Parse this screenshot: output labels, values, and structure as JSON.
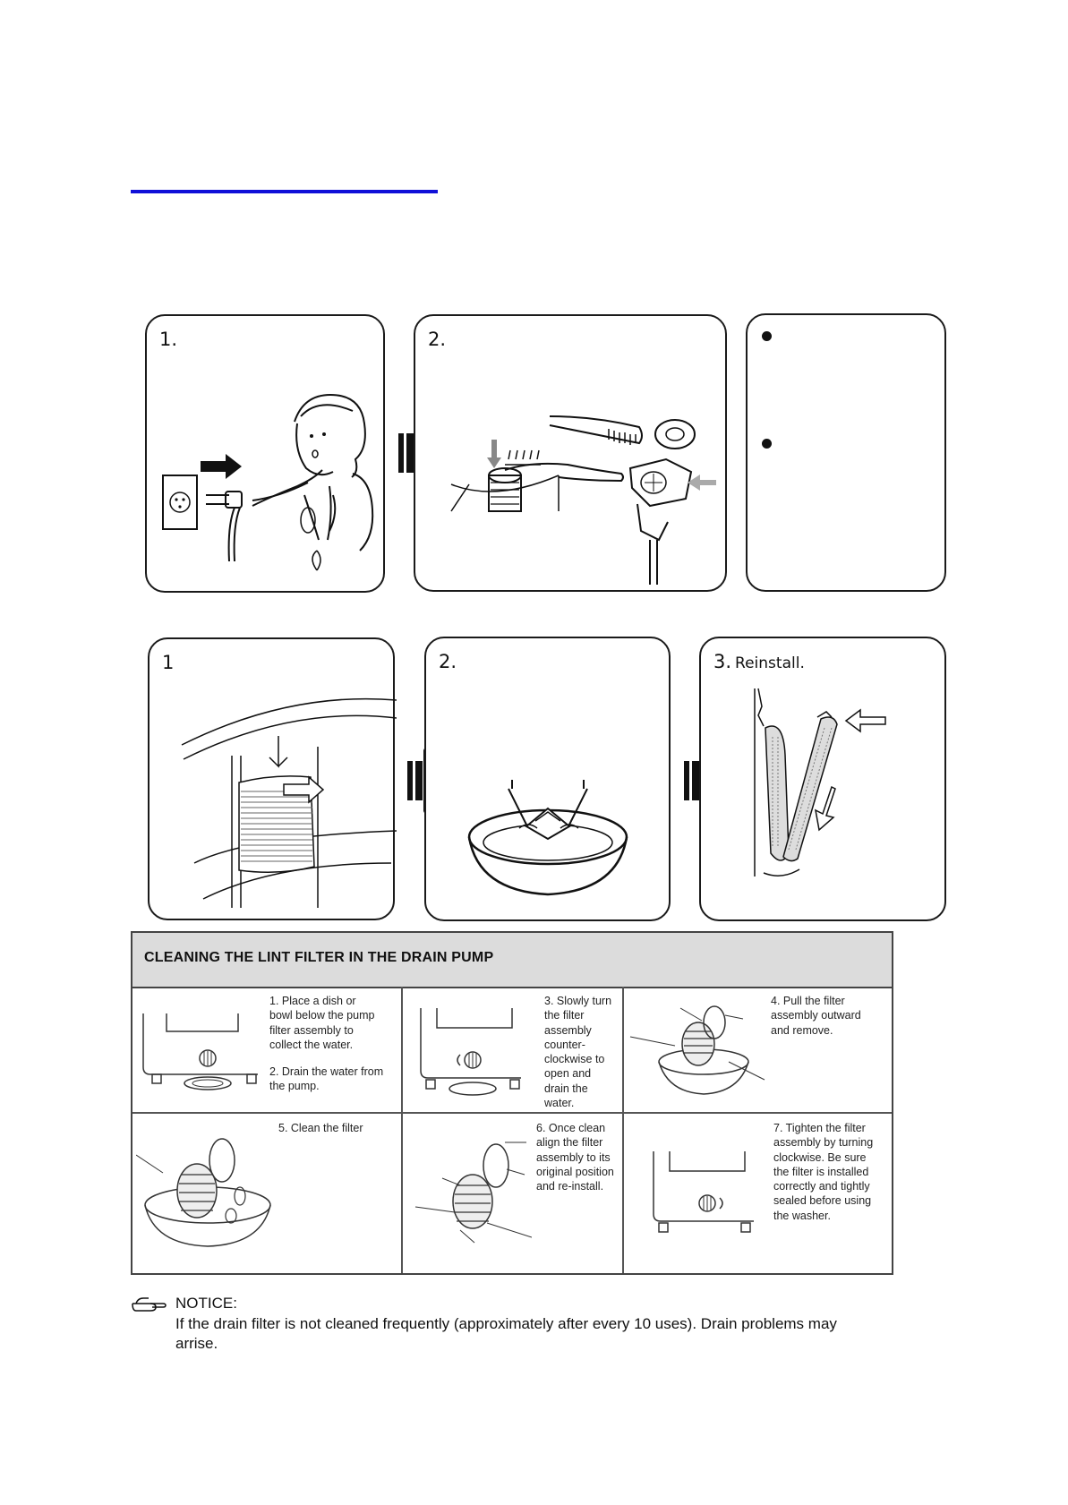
{
  "top_panels": [
    {
      "number": "1."
    },
    {
      "number": "2."
    }
  ],
  "bottom_panels": [
    {
      "number": "1"
    },
    {
      "number": "2."
    },
    {
      "number": "3.",
      "label": "Reinstall."
    }
  ],
  "lint_filter": {
    "title": "CLEANING THE LINT FILTER IN THE DRAIN PUMP",
    "steps": [
      {
        "lines": [
          "1. Place a dish or",
          "bowl below the pump",
          "filter assembly to",
          "collect the water."
        ],
        "extra": [
          "2. Drain the water from",
          "the pump."
        ]
      },
      {
        "lines": [
          "3. Slowly turn",
          "the filter",
          "assembly",
          "counter-",
          "clockwise to",
          "open and",
          "drain the",
          "water."
        ]
      },
      {
        "lines": [
          "4. Pull the filter",
          "assembly outward",
          "and remove."
        ]
      },
      {
        "lines": [
          "5. Clean the filter"
        ]
      },
      {
        "lines": [
          "6. Once clean",
          "align the filter",
          "assembly to its",
          "original position",
          "and re-install."
        ]
      },
      {
        "lines": [
          "7. Tighten the filter",
          "assembly by turning",
          "clockwise.  Be sure",
          "the filter is installed",
          "correctly and tightly",
          "sealed before using",
          "the washer."
        ]
      }
    ]
  },
  "notice": {
    "title": "NOTICE:",
    "body": "If the drain filter is not cleaned frequently (approximately after every 10 uses).  Drain problems may arrise."
  }
}
